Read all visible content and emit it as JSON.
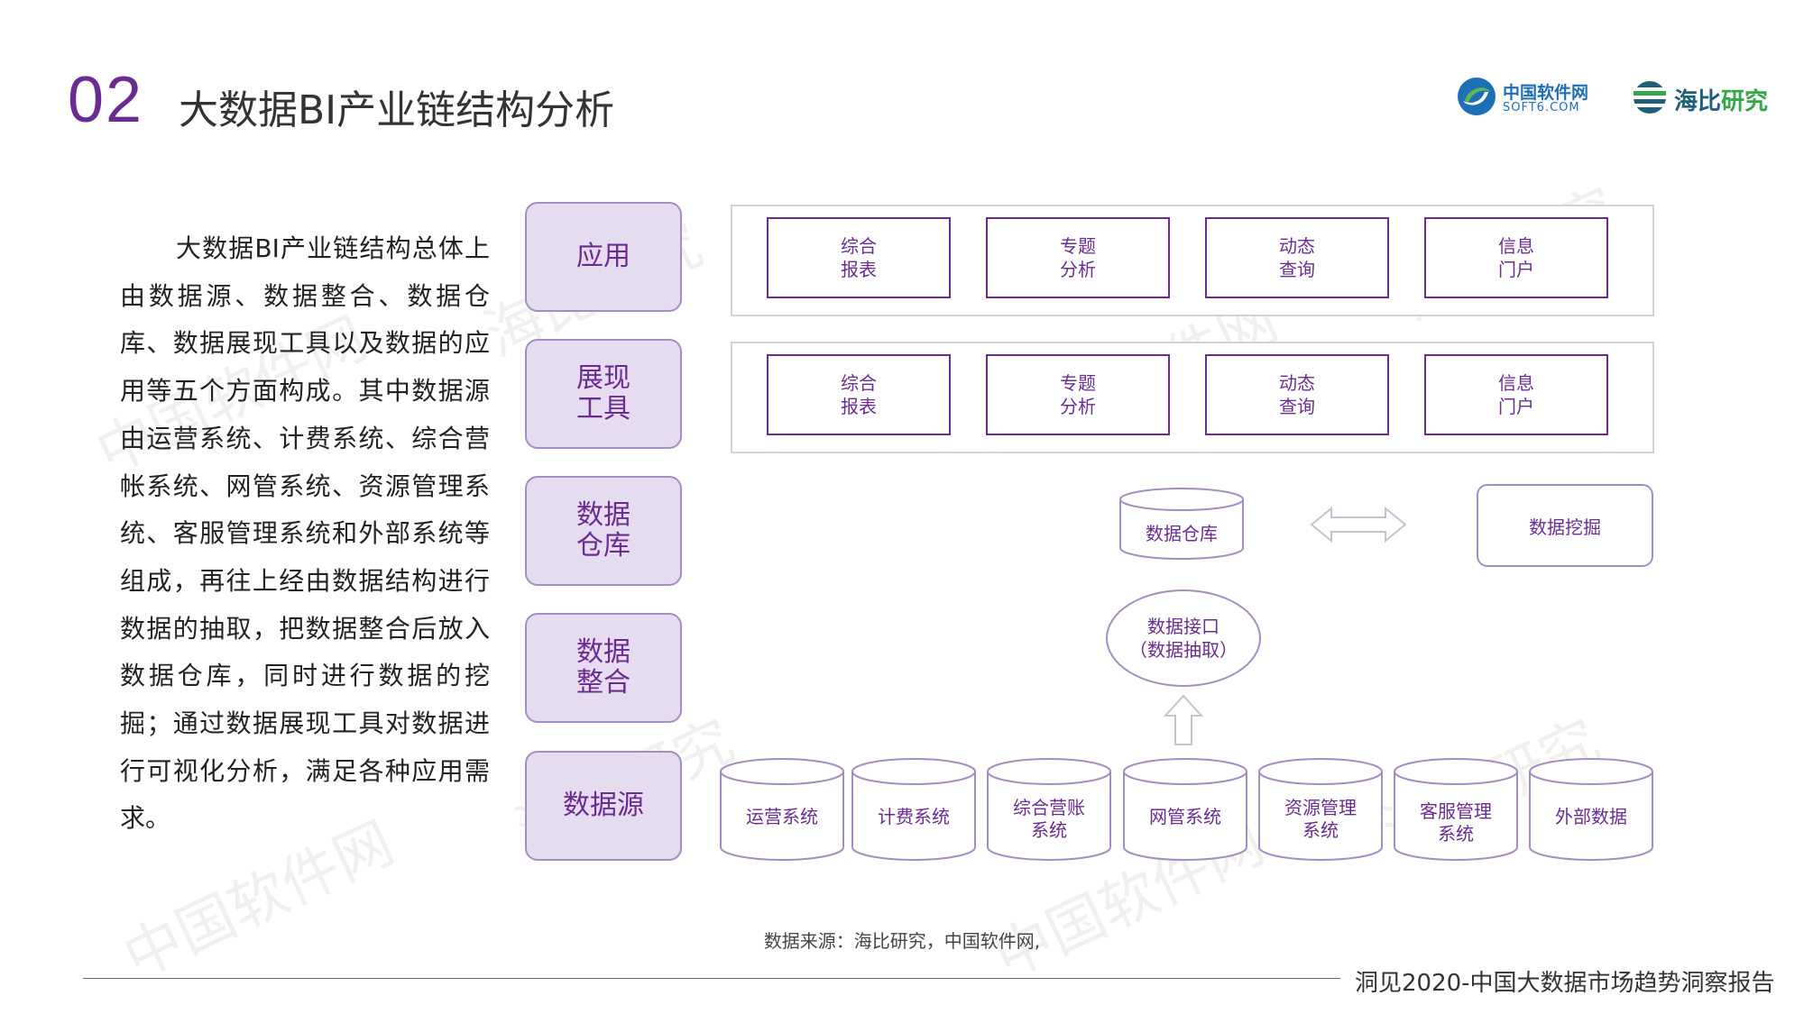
{
  "header": {
    "section_number": "02",
    "title": "大数据BI产业链结构分析",
    "logo_soft6": {
      "cn": "中国软件网",
      "en": "SOFT6.COM"
    },
    "logo_haibi": {
      "part1": "海比",
      "part2": "研究"
    }
  },
  "description": "大数据BI产业链结构总体上由数据源、数据整合、数据仓库、数据展现工具以及数据的应用等五个方面构成。其中数据源由运营系统、计费系统、综合营帐系统、网管系统、资源管理系统、客服管理系统和外部系统等组成，再往上经由数据结构进行数据的抽取，把数据整合后放入数据仓库，同时进行数据的挖掘；通过数据展现工具对数据进行可视化分析，满足各种应用需求。",
  "layers": {
    "application": "应用",
    "presentation": "展现\n工具",
    "warehouse": "数据\n仓库",
    "integration": "数据\n整合",
    "source": "数据源"
  },
  "application_boxes": [
    "综合\n报表",
    "专题\n分析",
    "动态\n查询",
    "信息\n门户"
  ],
  "presentation_boxes": [
    "综合\n报表",
    "专题\n分析",
    "动态\n查询",
    "信息\n门户"
  ],
  "warehouse": {
    "store": "数据仓库",
    "mining": "数据挖掘"
  },
  "interface": "数据接口\n（数据抽取）",
  "source_systems": [
    "运营系统",
    "计费系统",
    "综合营账\n系统",
    "网管系统",
    "资源管理\n系统",
    "客服管理\n系统",
    "外部数据"
  ],
  "source_note": "数据来源：海比研究，中国软件网,",
  "footer": "洞见2020-中国大数据市场趋势洞察报告",
  "watermarks": [
    "中国软件网",
    "海比研究"
  ],
  "colors": {
    "accent": "#6b2c91",
    "label_fill": "#e6dcef",
    "label_border": "#a58cc2"
  }
}
